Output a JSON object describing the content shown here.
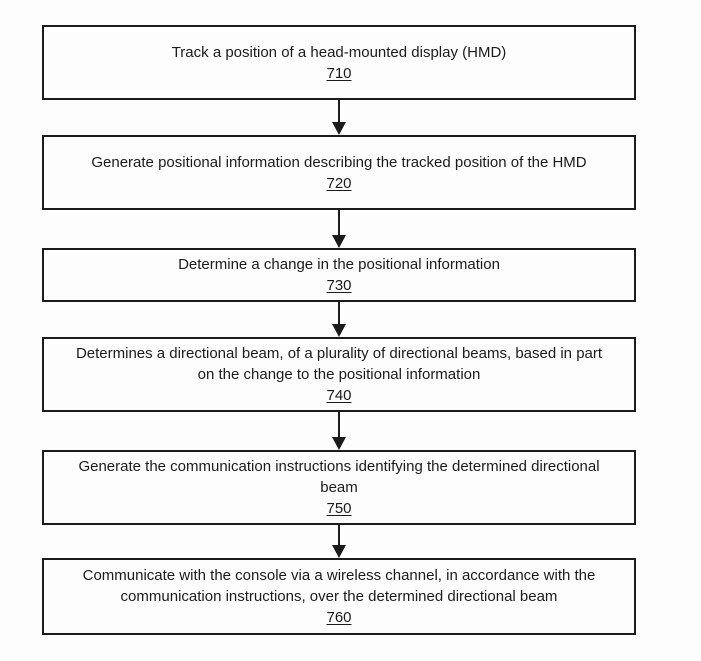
{
  "figure": {
    "type": "flowchart",
    "colors": {
      "background": "#fdfdfd",
      "line": "#1b1b1b",
      "text": "#1b1b1b"
    },
    "steps": [
      {
        "ref": "710",
        "lines": [
          "Track a position of a head-mounted display (HMD)"
        ]
      },
      {
        "ref": "720",
        "lines": [
          "Generate positional information describing the tracked position of the HMD"
        ]
      },
      {
        "ref": "730",
        "lines": [
          "Determine a change in the positional information"
        ]
      },
      {
        "ref": "740",
        "lines": [
          "Determines a directional beam, of a plurality of directional beams, based in part",
          "on the change to the positional information"
        ]
      },
      {
        "ref": "750",
        "lines": [
          "Generate the communication instructions identifying the determined directional",
          "beam"
        ]
      },
      {
        "ref": "760",
        "lines": [
          "Communicate with the console via a wireless channel, in accordance with the",
          "communication instructions, over the determined directional beam"
        ]
      }
    ]
  }
}
